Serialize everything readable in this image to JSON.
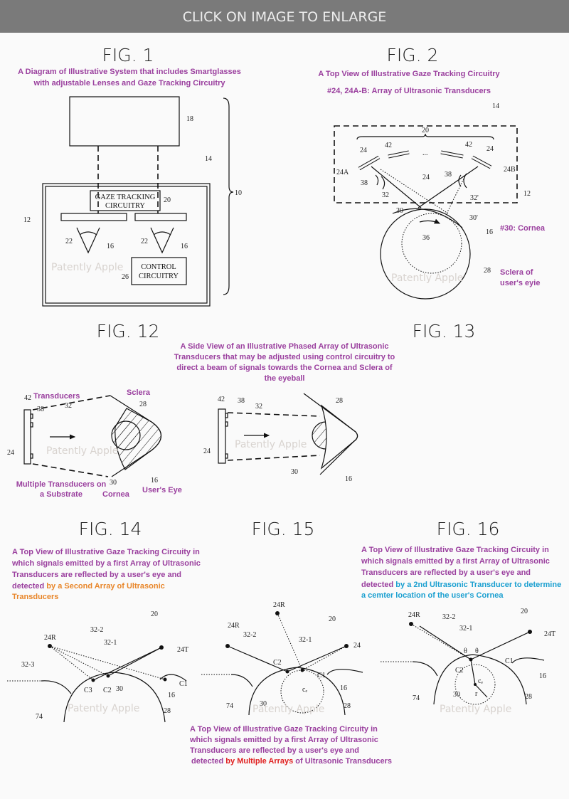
{
  "header": {
    "label": "CLICK ON IMAGE TO ENLARGE",
    "bg_color": "#7a7a7a"
  },
  "watermark": "Patently Apple",
  "fig1": {
    "title": "FIG. 1",
    "caption": [
      "A Diagram of Illustrative System that includes Smartglasses",
      "with adjustable Lenses and Gaze Tracking Circuitry"
    ],
    "gaze_box": [
      "GAZE TRACKING",
      "CIRCUITRY"
    ],
    "control_box": [
      "CONTROL",
      "CIRCUITRY"
    ],
    "labels": [
      "18",
      "14",
      "10",
      "12",
      "20",
      "22",
      "16",
      "22",
      "16",
      "26"
    ]
  },
  "fig2": {
    "title": "FIG. 2",
    "caption": [
      "A Top View of Illustrative Gaze Tracking Circuitry",
      "#24, 24A-B: Array of Ultrasonic Transducers"
    ],
    "labels": [
      "14",
      "20",
      "24",
      "42",
      "...",
      "42",
      "24",
      "24A",
      "24B",
      "24",
      "38",
      "38",
      "32",
      "32'",
      "12",
      "30",
      "30'",
      "36",
      "16",
      "28"
    ],
    "notes": [
      "#30: Cornea",
      "Sclera of",
      "user's eyie"
    ]
  },
  "fig12": {
    "title": "FIG. 12",
    "labels": [
      "42",
      "38",
      "32",
      "24",
      "28",
      "30",
      "16"
    ],
    "notes": [
      "Transducers",
      "Sclera",
      "Cornea",
      "User's Eye",
      "Multiple Transducers on",
      "a Substrate"
    ]
  },
  "fig13": {
    "title": "FIG. 13",
    "labels": [
      "42",
      "38",
      "32",
      "24",
      "28",
      "30",
      "16"
    ]
  },
  "fig12_13_caption": [
    "A Side View of an Illustrative Phased Array of Ultrasonic",
    "Transducers that may be adjusted using control circuitry to",
    "direct a beam of signals towards the Cornea and Sclera of",
    "the eyeball"
  ],
  "fig14": {
    "title": "FIG. 14",
    "caption": [
      "A Top View of Illustrative Gaze Tracking Circuity in",
      "which signals emitted by a first Array of Ultrasonic",
      "Transducers are reflected by a user's eye and",
      "detected "
    ],
    "caption_highlight": [
      "by a Second Array of Ultrasonic",
      "Transducers"
    ],
    "labels": [
      "20",
      "24R",
      "32-2",
      "32-1",
      "24T",
      "32-3",
      "C1",
      "C3",
      "C2",
      "30",
      "16",
      "74",
      "28"
    ]
  },
  "fig15": {
    "title": "FIG. 15",
    "caption": [
      "A Top View of Illustrative Gaze Tracking Circuity in",
      "which signals emitted by a first Array of Ultrasonic",
      "Transducers are reflected by a user's eye and",
      "detected ",
      " of Ultrasonic Transducers"
    ],
    "caption_highlight": "by Multiple Arrays",
    "labels": [
      "24R",
      "20",
      "24R",
      "32-2",
      "32-1",
      "24",
      "C2",
      "C1",
      "cₑ",
      "16",
      "74",
      "30",
      "28"
    ]
  },
  "fig16": {
    "title": "FIG. 16",
    "caption": [
      "A Top View of Illustrative Gaze Tracking Circuity in",
      "which signals emitted by a first Array of Ultrasonic",
      "Transducers are reflected by a user's eye and",
      "detected "
    ],
    "caption_highlight": [
      "by a 2nd Ultrasonic Transducer to determine",
      "a cemter location of the user's Cornea"
    ],
    "labels": [
      "24R",
      "32-2",
      "20",
      "32-1",
      "24T",
      "θ",
      "θ",
      "C1",
      "C2",
      "cₑ",
      "r",
      "16",
      "74",
      "30",
      "28"
    ]
  },
  "colors": {
    "caption": "#9a3f9e",
    "orange": "#e8862a",
    "blue": "#1a9fd0",
    "red": "#e02020"
  }
}
